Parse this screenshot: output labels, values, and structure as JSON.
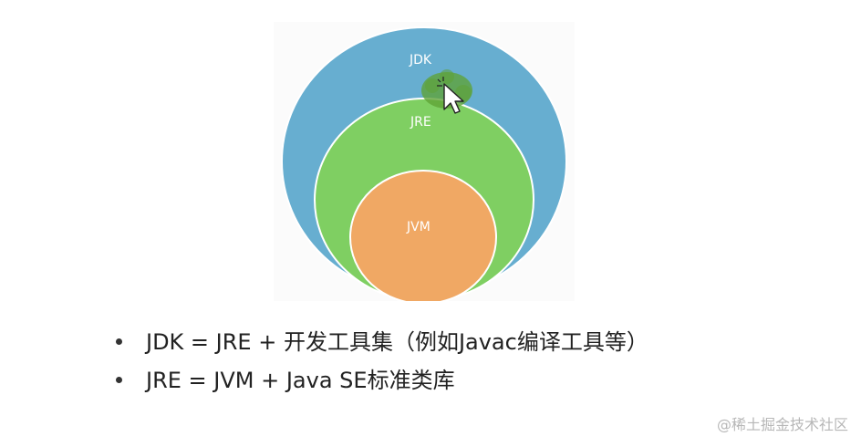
{
  "diagram": {
    "outer_label": "JDK",
    "middle_label": "JRE",
    "inner_label": "JVM",
    "colors": {
      "outer": "#67aed0",
      "middle": "#7fcf62",
      "inner": "#f0a864",
      "highlight": "#5fa336"
    },
    "cursor_icon": "arrow-cursor-icon"
  },
  "bullets": [
    "JDK = JRE + 开发工具集（例如Javac编译工具等）",
    "JRE = JVM + Java SE标准类库"
  ],
  "watermark": "@稀土掘金技术社区"
}
